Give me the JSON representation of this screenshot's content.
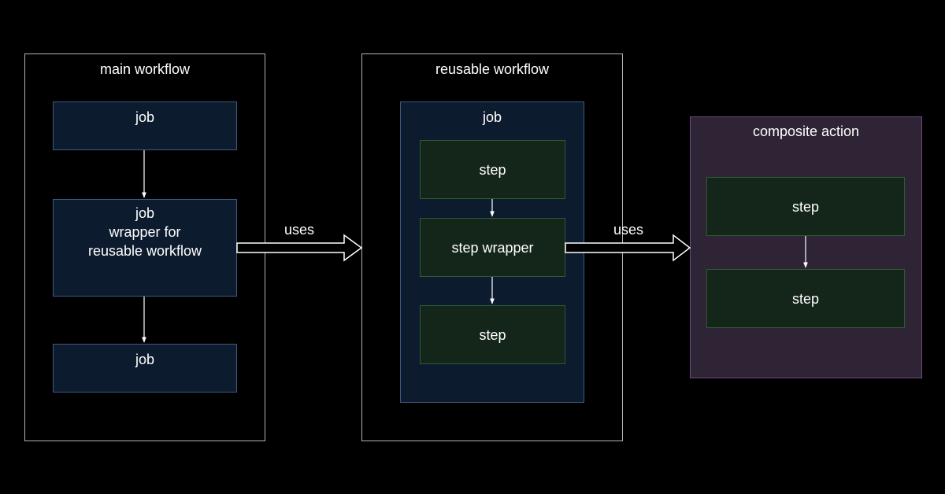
{
  "main_workflow": {
    "title": "main workflow",
    "job_top": "job",
    "job_wrapper": [
      "job",
      "wrapper for",
      "reusable workflow"
    ],
    "job_bottom": "job"
  },
  "reusable_workflow": {
    "title": "reusable workflow",
    "job_title": "job",
    "step_top": "step",
    "step_wrapper": "step wrapper",
    "step_bottom": "step"
  },
  "composite_action": {
    "title": "composite action",
    "step_top": "step",
    "step_bottom": "step"
  },
  "edges": {
    "uses_1": "uses",
    "uses_2": "uses"
  },
  "colors": {
    "background": "#000000",
    "container_border": "#b3b3b3",
    "job_fill": "#0d1b2e",
    "job_border": "#3d5a80",
    "step_fill": "#14251a",
    "step_border": "#2d5a35",
    "composite_fill": "#2e2435",
    "composite_border": "#6b4d80"
  }
}
